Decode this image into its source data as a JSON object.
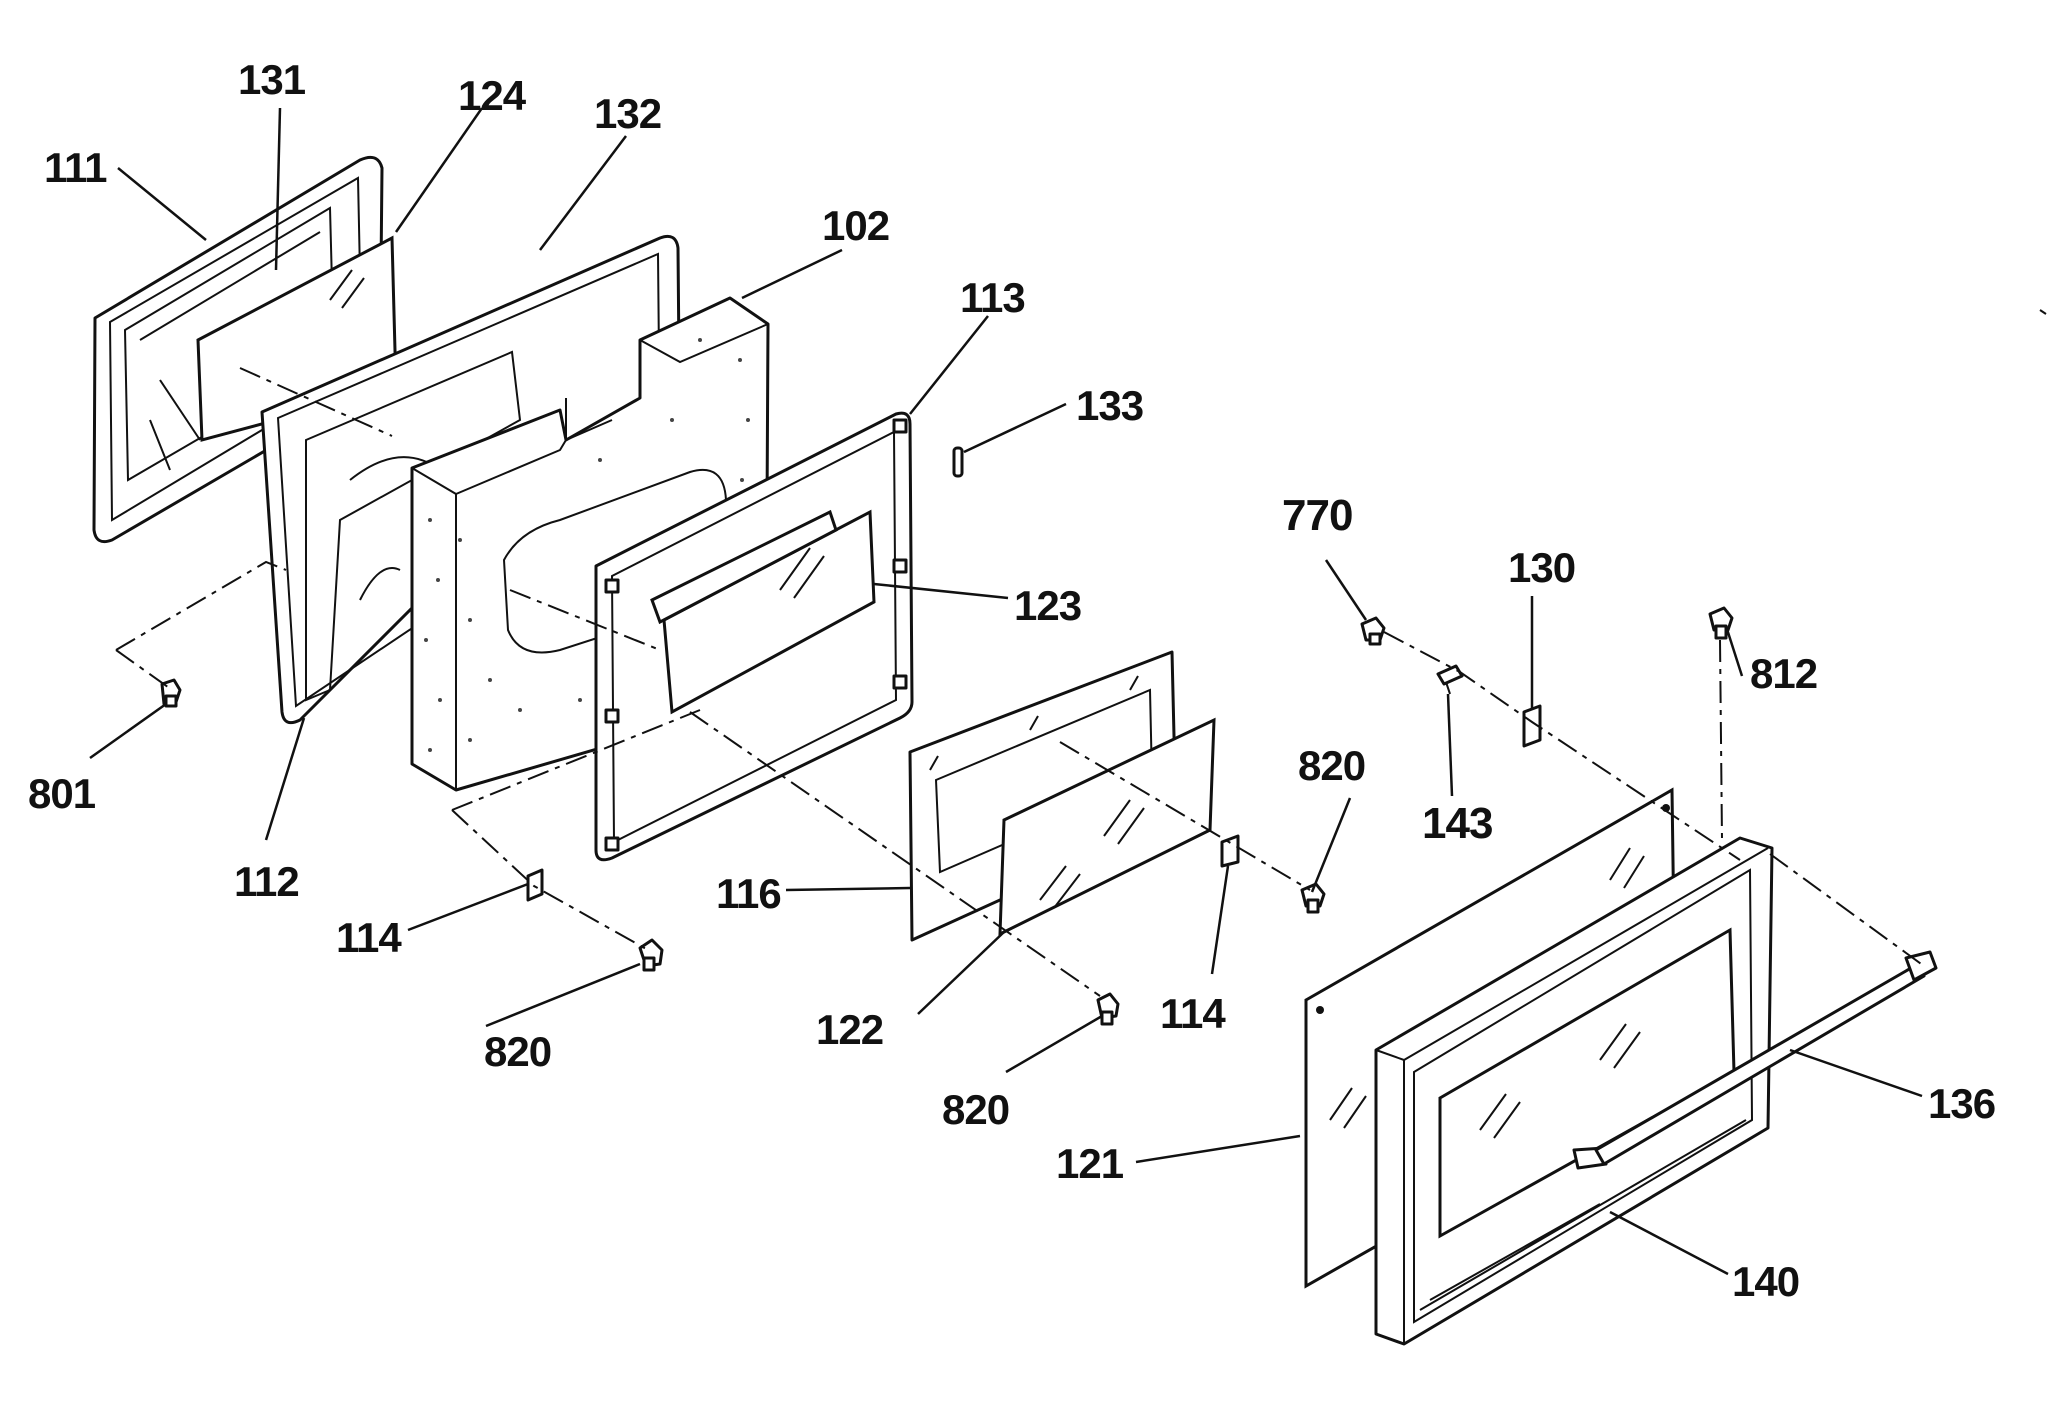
{
  "diagram": {
    "labels": {
      "p111": "111",
      "p131": "131",
      "p124": "124",
      "p132": "132",
      "p102": "102",
      "p113": "113",
      "p133": "133",
      "p123": "123",
      "p801": "801",
      "p112": "112",
      "p114a": "114",
      "p820a": "820",
      "p116": "116",
      "p122": "122",
      "p820b": "820",
      "p114b": "114",
      "p820c": "820",
      "p770": "770",
      "p143": "143",
      "p130": "130",
      "p812": "812",
      "p121": "121",
      "p136": "136",
      "p140": "140"
    }
  }
}
